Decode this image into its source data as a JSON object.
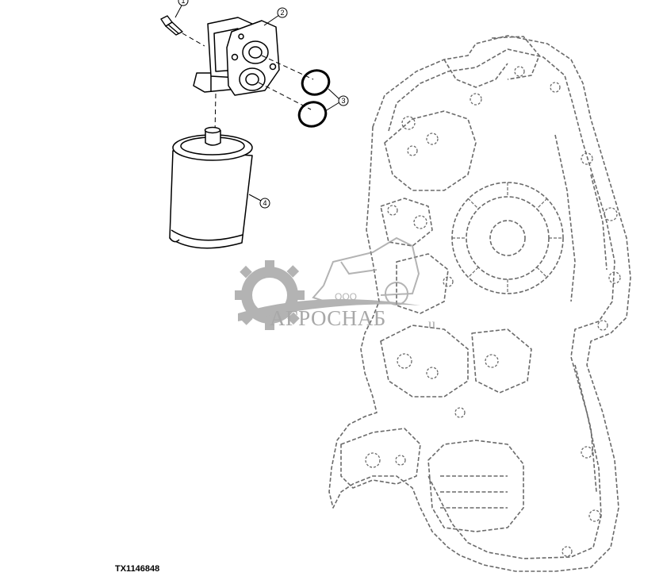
{
  "figure_id": "TX1146848",
  "callouts": [
    {
      "id": "callout-1",
      "label": "1",
      "part": "cap-screw"
    },
    {
      "id": "callout-2",
      "label": "2",
      "part": "filter-housing"
    },
    {
      "id": "callout-3",
      "label": "3",
      "part": "o-rings"
    },
    {
      "id": "callout-4",
      "label": "4",
      "part": "oil-filter"
    }
  ],
  "watermark": {
    "prefix": "ООО",
    "name": "АГРОСНАБ",
    "suffix": "u"
  }
}
